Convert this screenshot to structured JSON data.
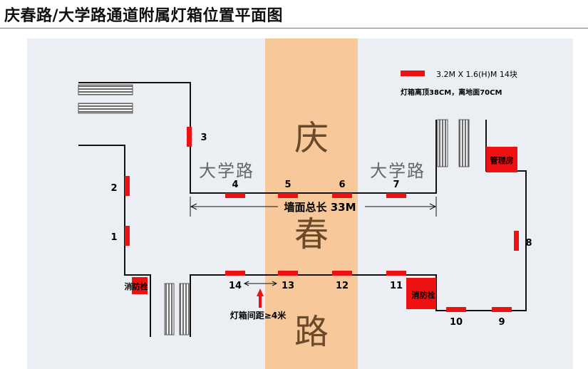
{
  "title": "庆春路/大学路通道附属灯箱位置平面图",
  "road_vertical": [
    "庆",
    "春",
    "路"
  ],
  "road_horizontal": "大学路",
  "wall_length": "墙面总长 33M",
  "legend": {
    "spec": "3.2M X 1.6(H)M  14块",
    "note": "灯箱离顶38CM，离地面70CM"
  },
  "spacing_note": "灯箱间距≥4米",
  "labels": {
    "hydrant": "消防栓",
    "management": "管理房"
  },
  "colors": {
    "lightbox": "#ee1111",
    "road": "#f6c89a",
    "wall": "#111111",
    "background": "#ebeef3"
  },
  "lightboxes": [
    "1",
    "2",
    "3",
    "4",
    "5",
    "6",
    "7",
    "8",
    "9",
    "10",
    "11",
    "12",
    "13",
    "14"
  ]
}
